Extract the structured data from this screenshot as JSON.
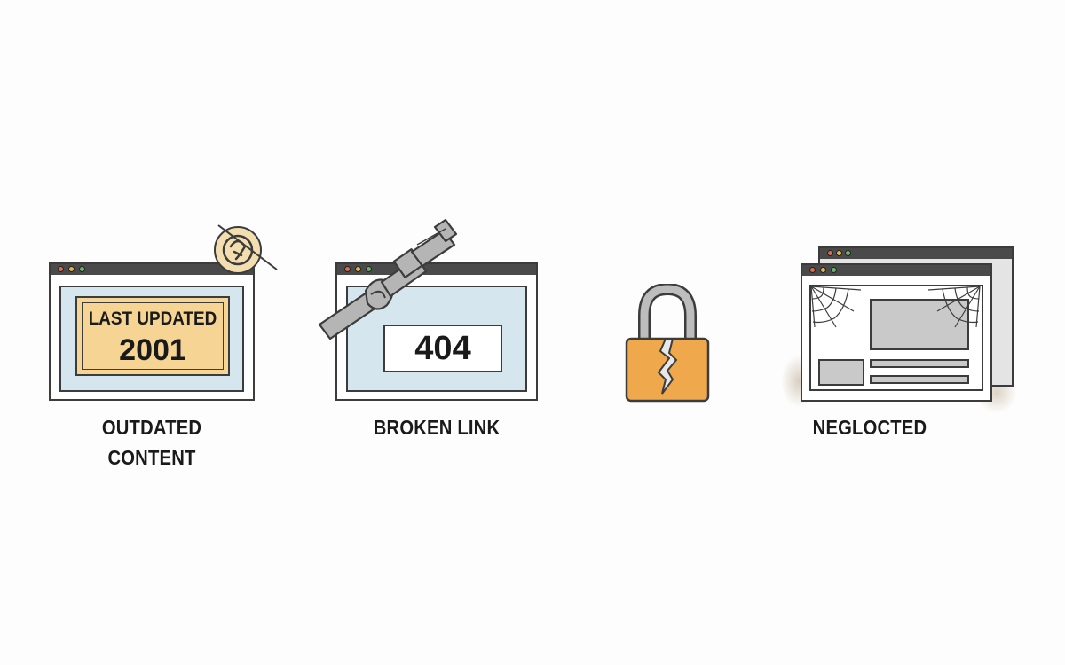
{
  "panels": [
    {
      "id": "outdated",
      "label": "OUTDATED CONTENT",
      "notice_title": "LAST UPDATED",
      "notice_year": "2001",
      "icon": "crossed-out-clock-badge-icon"
    },
    {
      "id": "broken-link",
      "label": "BROKEN LINK",
      "error_code": "404",
      "icon": "broken-chain-link-icon"
    },
    {
      "id": "insecure",
      "label": "",
      "icon": "cracked-padlock-icon"
    },
    {
      "id": "neglected",
      "label": "NEGLOCTED",
      "icon": "cobweb-icon"
    }
  ],
  "colors": {
    "outline": "#3c3c3c",
    "titlebar": "#4a4a4a",
    "screen_blue": "#d6e6ee",
    "notice_fill": "#f6d493",
    "lock_orange": "#f0a84c",
    "neglect_gray": "#c9c9c9"
  }
}
